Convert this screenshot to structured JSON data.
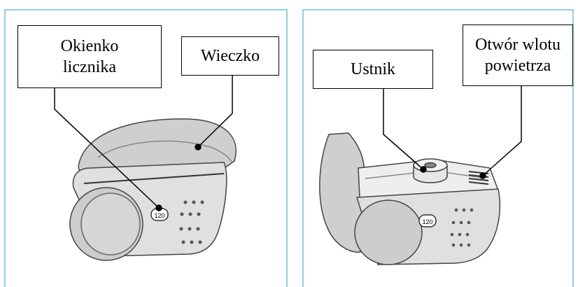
{
  "labels": {
    "counter_window": "Okienko\nlicznika",
    "lid": "Wieczko",
    "mouthpiece": "Ustnik",
    "air_inlet": "Otwór wlotu\npowietrza"
  },
  "counter_values": {
    "left": "120",
    "right": "120"
  },
  "colors": {
    "panel_border": "#8fd0e2",
    "body_fill": "#d9d9d9",
    "lid_fill": "#cccccc",
    "outline": "#444444"
  }
}
